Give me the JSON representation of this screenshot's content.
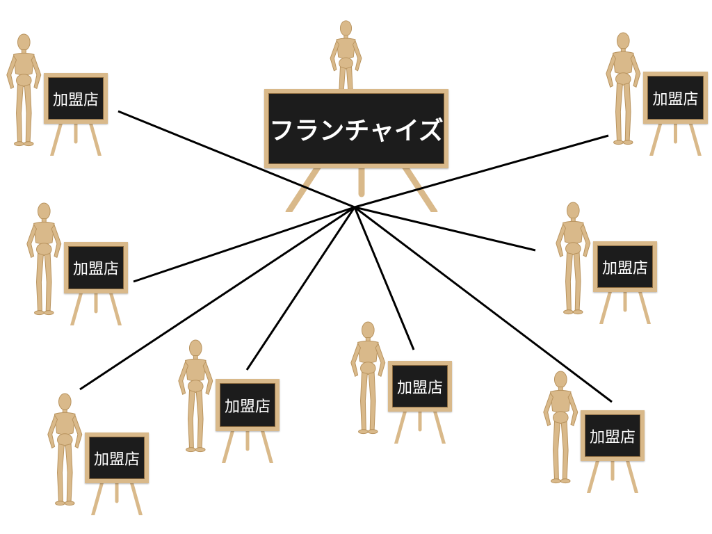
{
  "center": {
    "label": "フランチャイズ"
  },
  "members": [
    {
      "label": "加盟店"
    },
    {
      "label": "加盟店"
    },
    {
      "label": "加盟店"
    },
    {
      "label": "加盟店"
    },
    {
      "label": "加盟店"
    },
    {
      "label": "加盟店"
    },
    {
      "label": "加盟店"
    },
    {
      "label": "加盟店"
    }
  ],
  "colors": {
    "wood": "#d9b98a",
    "board": "#1c1c1c",
    "line": "#000000"
  }
}
